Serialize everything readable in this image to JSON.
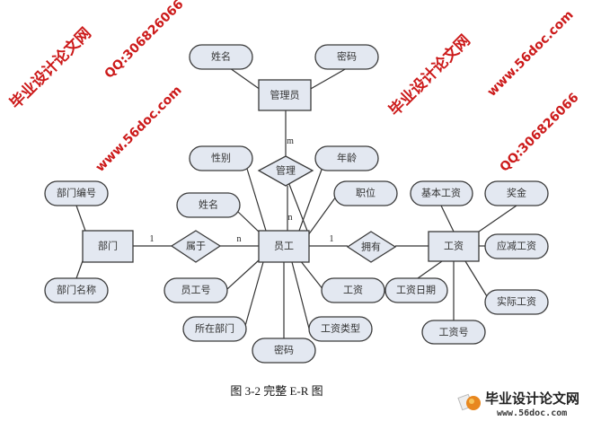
{
  "entities": {
    "admin": "管理员",
    "employee": "员工",
    "department": "部门",
    "salary": "工资"
  },
  "relationships": {
    "manage": "管理",
    "belongs": "属于",
    "owns": "拥有"
  },
  "attributes": {
    "admin_name": "姓名",
    "admin_password": "密码",
    "gender": "性别",
    "emp_name": "姓名",
    "age": "年龄",
    "position": "职位",
    "emp_id": "员工号",
    "emp_dept": "所在部门",
    "emp_password": "密码",
    "salary_type": "工资类型",
    "emp_salary": "工资",
    "dept_id": "部门编号",
    "dept_name": "部门名称",
    "base_salary": "基本工资",
    "bonus": "奖金",
    "deductions": "应减工资",
    "actual_salary": "实际工资",
    "salary_date": "工资日期",
    "salary_id": "工资号"
  },
  "cardinalities": {
    "manage_admin": "m",
    "manage_emp": "n",
    "belongs_dept": "1",
    "belongs_emp": "n",
    "owns_emp": "1"
  },
  "caption": "图 3-2 完整 E-R 图",
  "watermark": {
    "site_name": "毕业设计论文网",
    "url": "www.56doc.com",
    "qq": "QQ:306826066"
  },
  "logo": {
    "name": "毕业设计论文网",
    "url": "www.56doc.com"
  }
}
